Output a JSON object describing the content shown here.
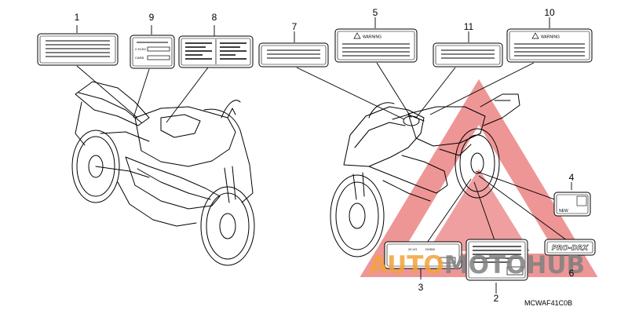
{
  "callouts": {
    "c1": "1",
    "c2": "2",
    "c3": "3",
    "c4": "4",
    "c5": "5",
    "c6": "6",
    "c7": "7",
    "c8": "8",
    "c9": "9",
    "c10": "10",
    "c11": "11"
  },
  "labels": {
    "warning_5": "WARNING",
    "warning_10": "WARNING",
    "label_9_line1": "C.ELEC",
    "label_9_line2": "CARB",
    "label_4": "NEW",
    "label_3_left": "20 VG",
    "label_3_right": "DHSM",
    "label_6": "PRO-DRX"
  },
  "diagram_code": "MCWAF41C0B",
  "watermark": {
    "part1": "AUTO",
    "part2": "MOTO",
    "part3": "HUB",
    "color_orange": "#f2a33a",
    "color_gray": "#808080",
    "color_red": "#e04040"
  },
  "icons": {
    "motorcycle_left": "motorcycle-left-view-icon",
    "motorcycle_right": "motorcycle-right-view-icon",
    "warning_triangle": "warning-triangle-icon"
  }
}
